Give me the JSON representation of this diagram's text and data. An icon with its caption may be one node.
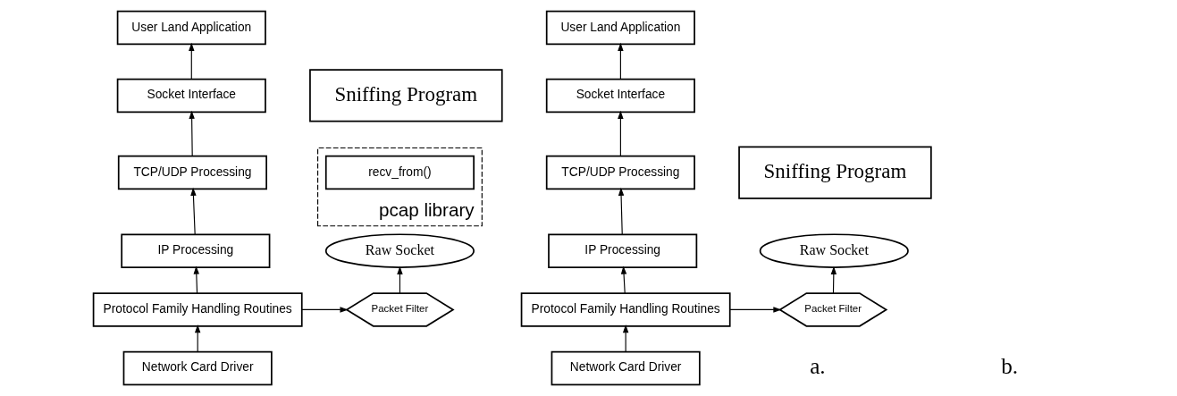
{
  "diagram": {
    "nodes": [
      {
        "text": [
          "User Land Application"
        ]
      },
      {
        "text": [
          "Socket Interface"
        ]
      },
      {
        "text": [
          "TCP/UDP Processing"
        ]
      },
      {
        "text": [
          "IP Processing"
        ]
      },
      {
        "text": [
          "Protocol Family Handling Routines"
        ]
      },
      {
        "text": [
          "Network Card Driver"
        ]
      },
      {
        "text": [
          "Sniffing Program"
        ]
      },
      {
        "text": [
          "pcap library"
        ]
      },
      {
        "text": [
          "recv_from()"
        ],
        "in": 7
      },
      {
        "text": [
          "Raw Socket"
        ]
      },
      {
        "text": [
          "Packet Filter"
        ]
      },
      {
        "text": [
          "User Land Application"
        ]
      },
      {
        "text": [
          "Socket Interface"
        ]
      },
      {
        "text": [
          "TCP/UDP Processing"
        ]
      },
      {
        "text": [
          "IP Processing"
        ]
      },
      {
        "text": [
          "Protocol Family Handling Routines"
        ]
      },
      {
        "text": [
          "Network Card Driver"
        ]
      },
      {
        "text": [
          "Sniffing Program"
        ]
      },
      {
        "text": [
          "Raw Socket"
        ]
      },
      {
        "text": [
          "Packet Filter"
        ]
      }
    ],
    "edges": [
      {
        "from": 5,
        "to": 4,
        "arrow": "to"
      },
      {
        "from": 4,
        "to": 3,
        "arrow": "to"
      },
      {
        "from": 3,
        "to": 2,
        "arrow": "to"
      },
      {
        "from": 2,
        "to": 1,
        "arrow": "to"
      },
      {
        "from": 1,
        "to": 0,
        "arrow": "to"
      },
      {
        "from": 4,
        "to": 10,
        "arrow": "to"
      },
      {
        "from": 10,
        "to": 9,
        "arrow": "to"
      },
      {
        "from": 16,
        "to": 15,
        "arrow": "to"
      },
      {
        "from": 15,
        "to": 14,
        "arrow": "to"
      },
      {
        "from": 14,
        "to": 13,
        "arrow": "to"
      },
      {
        "from": 13,
        "to": 12,
        "arrow": "to"
      },
      {
        "from": 12,
        "to": 11,
        "arrow": "to"
      },
      {
        "from": 15,
        "to": 19,
        "arrow": "to"
      },
      {
        "from": 19,
        "to": 18,
        "arrow": "to"
      }
    ],
    "labels": [
      "a.",
      "b."
    ]
  }
}
